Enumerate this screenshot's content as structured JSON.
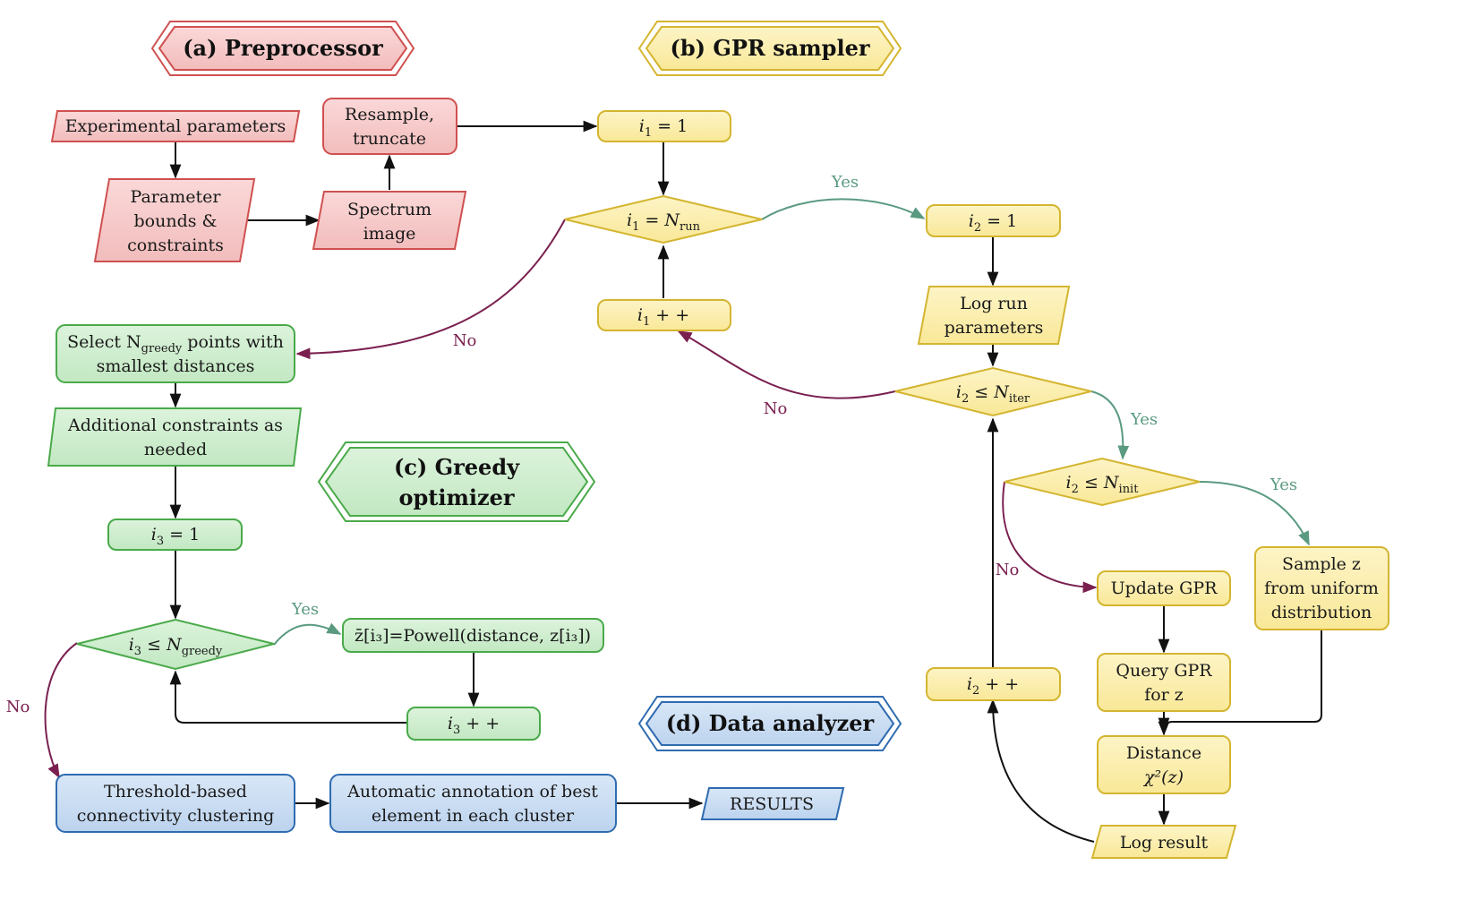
{
  "headers": {
    "a": "(a)  Preprocessor",
    "b": "(b)  GPR sampler",
    "c_line1": "(c)  Greedy",
    "c_line2": "optimizer",
    "d": "(d)  Data analyzer"
  },
  "preprocessor": {
    "experimental": "Experimental parameters",
    "bounds_1": "Parameter",
    "bounds_2": "bounds &",
    "bounds_3": "constraints",
    "spectrum_1": "Spectrum",
    "spectrum_2": "image",
    "resample_1": "Resample,",
    "resample_2": "truncate"
  },
  "gpr": {
    "i1_init": "i",
    "i1_init_sub": "1",
    "i1_init_rest": " = 1",
    "i1_check": "i",
    "i1_check_sub": "1",
    "i1_check_mid": " = N",
    "i1_check_sub2": "run",
    "i1_inc": "i",
    "i1_inc_sub": "1",
    "i1_inc_rest": " + +",
    "i2_init": "i",
    "i2_init_sub": "2",
    "i2_init_rest": " = 1",
    "log_run_1": "Log run",
    "log_run_2": "parameters",
    "i2_iter": "i",
    "i2_iter_sub": "2",
    "i2_iter_mid": " ≤ N",
    "i2_iter_sub2": "iter",
    "i2_init_check": "i",
    "i2_init_check_sub": "2",
    "i2_init_check_mid": " ≤ N",
    "i2_init_check_sub2": "init",
    "update": "Update GPR",
    "sample_1": "Sample z",
    "sample_2": "from uniform",
    "sample_3": "distribution",
    "query_1": "Query GPR",
    "query_2": "for z",
    "distance_1": "Distance",
    "distance_2": "χ²(z)",
    "i2_inc": "i",
    "i2_inc_sub": "2",
    "i2_inc_rest": " + +",
    "log_result": "Log result"
  },
  "greedy": {
    "select_1": "Select N",
    "select_sub": "greedy",
    "select_rest": " points with",
    "select_2": "smallest distances",
    "additional_1": "Additional constraints as",
    "additional_2": "needed",
    "i3_init": "i",
    "i3_init_sub": "3",
    "i3_init_rest": " = 1",
    "i3_check": "i",
    "i3_check_sub": "3",
    "i3_check_mid": " ≤ N",
    "i3_check_sub2": "greedy",
    "powell": "z̄[i₃]=Powell(distance, z[i₃])",
    "i3_inc": "i",
    "i3_inc_sub": "3",
    "i3_inc_rest": " + +"
  },
  "analyzer": {
    "cluster_1": "Threshold-based",
    "cluster_2": "connectivity clustering",
    "annot_1": "Automatic annotation of best",
    "annot_2": "element in each cluster",
    "results": "RESULTS"
  },
  "edges": {
    "yes": "Yes",
    "no": "No"
  },
  "colors": {
    "red_fill": "#f4c7c7",
    "red_stroke": "#d05050",
    "yellow_fill": "#fbefb0",
    "yellow_stroke": "#d4b530",
    "green_fill": "#cfeecf",
    "green_stroke": "#4aaa4a",
    "blue_fill": "#c8dcf2",
    "blue_stroke": "#2f6bb0",
    "yes": "#5a9a80",
    "no": "#7a2050"
  }
}
